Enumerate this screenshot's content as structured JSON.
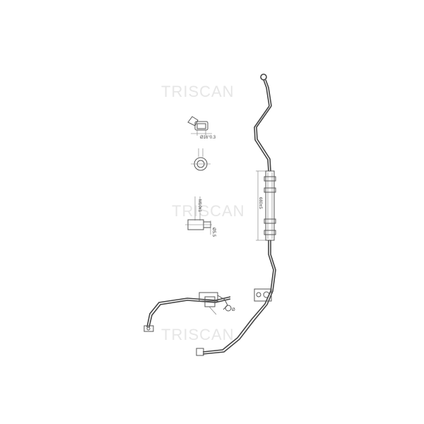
{
  "watermark": {
    "text": "TRISCAN",
    "color": "#e6e6e6"
  },
  "dimensions": {
    "diameter_label": "Ø16°0.3",
    "thread_label": "M10x1",
    "length_label": "680±5",
    "small_label": "Ø5.5"
  },
  "colors": {
    "line": "#555555",
    "background": "#ffffff"
  }
}
